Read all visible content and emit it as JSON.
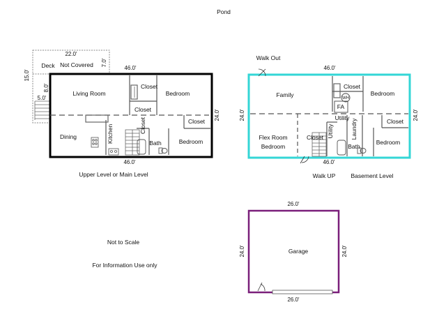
{
  "top_label": "Pond",
  "walk_out": "Walk Out",
  "main_level": {
    "caption": "Upper Level or Main Level",
    "deck_label": "Deck",
    "not_covered": "Not Covered",
    "dims": {
      "deck_width": "22.0'",
      "deck_side": "7.0'",
      "deck_depth": "15.0'",
      "deck_8": "8.0'",
      "deck_5": "5.0'",
      "top": "46.0'",
      "bottom": "46.0'",
      "right": "24.0'"
    },
    "rooms": {
      "living_room": "Living Room",
      "closet_a": "Closet",
      "closet_b": "Closet",
      "closet_c": "Closet",
      "closet_d": "Closet",
      "bedroom_a": "Bedroom",
      "bedroom_b": "Bedroom",
      "dining": "Dining",
      "kitchen": "Kitchen",
      "bath": "Bath"
    }
  },
  "basement": {
    "caption": "Basement Level",
    "walk_up": "Walk UP",
    "dims": {
      "top": "46.0'",
      "bottom": "46.0'",
      "left": "24.0'",
      "right": "24.0'"
    },
    "rooms": {
      "family": "Family",
      "closet_a": "Closet",
      "closet_b": "Closet",
      "closet_c": "Closet",
      "bedroom_a": "Bedroom",
      "bedroom_b": "Bedroom",
      "flex_room": "Flex Room",
      "flex_bedroom": "Bedroom",
      "utility_a": "Utility",
      "utility_b": "Utility",
      "laundry": "Laundry",
      "bath": "Bath",
      "fa": "FA",
      "wh": "WH"
    }
  },
  "garage": {
    "label": "Garage",
    "dims": {
      "top": "26.0'",
      "bottom": "26.0'",
      "left": "24.0'",
      "right": "24.0'"
    }
  },
  "notes": {
    "scale": "Not to Scale",
    "info": "For Information Use only"
  },
  "colors": {
    "main_outline": "#000000",
    "basement_outline": "#33d6d6",
    "garage_outline": "#7a1f7a",
    "interior_wall": "#555555",
    "deck": "#888888"
  }
}
